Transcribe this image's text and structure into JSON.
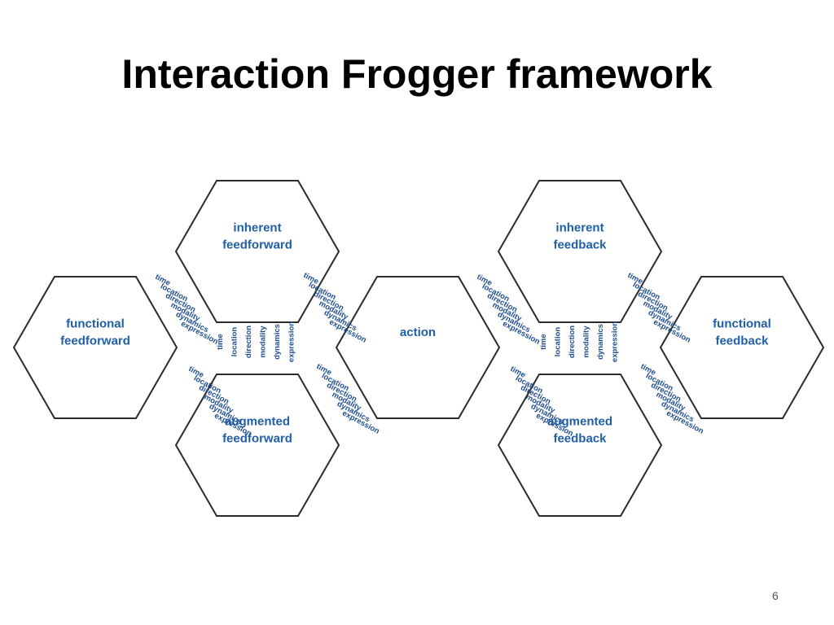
{
  "slide": {
    "title": "Interaction Frogger framework",
    "page_number": "6"
  },
  "diagram": {
    "hexagons": {
      "inherent_feedforward": [
        "inherent",
        "feedforward"
      ],
      "functional_feedforward": [
        "functional",
        "feedforward"
      ],
      "augmented_feedforward": [
        "augmented",
        "feedforward"
      ],
      "action": [
        "action"
      ],
      "inherent_feedback": [
        "inherent",
        "feedback"
      ],
      "functional_feedback": [
        "functional",
        "feedback"
      ],
      "augmented_feedback": [
        "augmented",
        "feedback"
      ]
    },
    "dimensions": [
      "time",
      "location",
      "direction",
      "modality",
      "dynamics",
      "expression"
    ],
    "colors": {
      "hex_label": "#1f5fa8",
      "dimension_label": "#1f4e8f",
      "hex_stroke": "#2b2b2b"
    }
  }
}
